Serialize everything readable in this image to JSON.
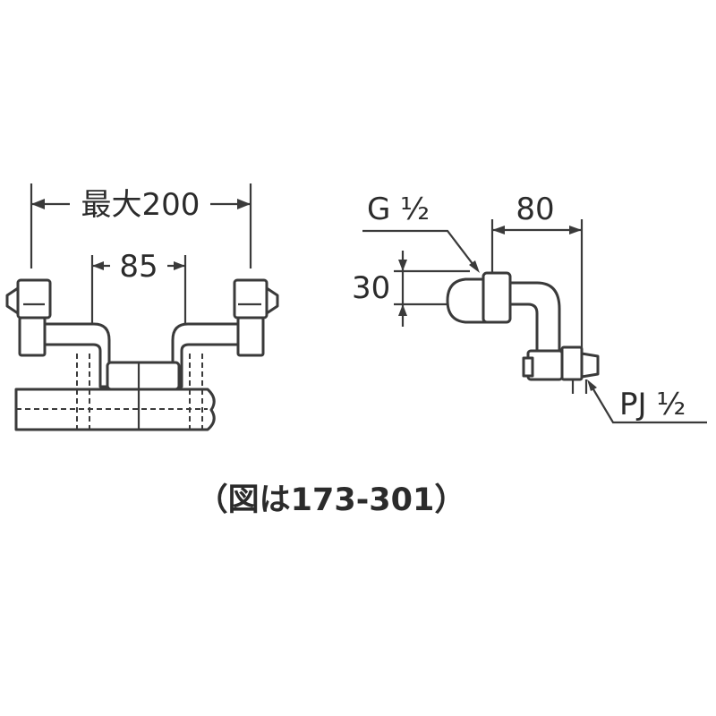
{
  "front_view": {
    "dim_max_width": "最大200",
    "dim_pitch": "85"
  },
  "side_view": {
    "dim_thread_g": "G ½",
    "dim_depth": "80",
    "dim_height": "30",
    "dim_thread_pj": "PJ ½"
  },
  "caption": "（図は173-301）"
}
